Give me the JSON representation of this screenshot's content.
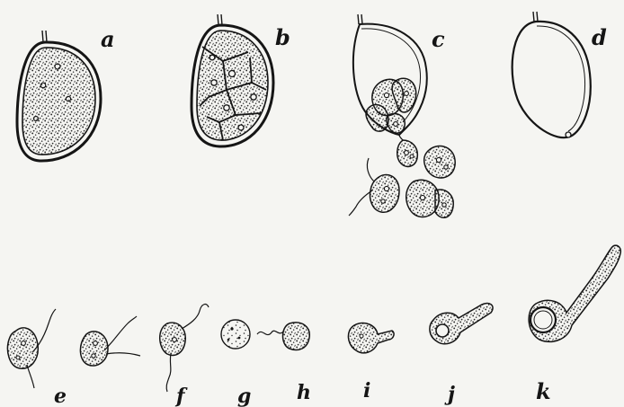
{
  "panels": {
    "a": {
      "label": "a"
    },
    "b": {
      "label": "b"
    },
    "c": {
      "label": "c"
    },
    "d": {
      "label": "d"
    },
    "e": {
      "label": "e"
    },
    "f": {
      "label": "f"
    },
    "g": {
      "label": "g"
    },
    "h": {
      "label": "h"
    },
    "i": {
      "label": "i"
    },
    "j": {
      "label": "j"
    },
    "k": {
      "label": "k"
    }
  },
  "colors": {
    "paper": "#f5f5f2",
    "ink": "#151515",
    "stipple": "#2b2b2b"
  }
}
